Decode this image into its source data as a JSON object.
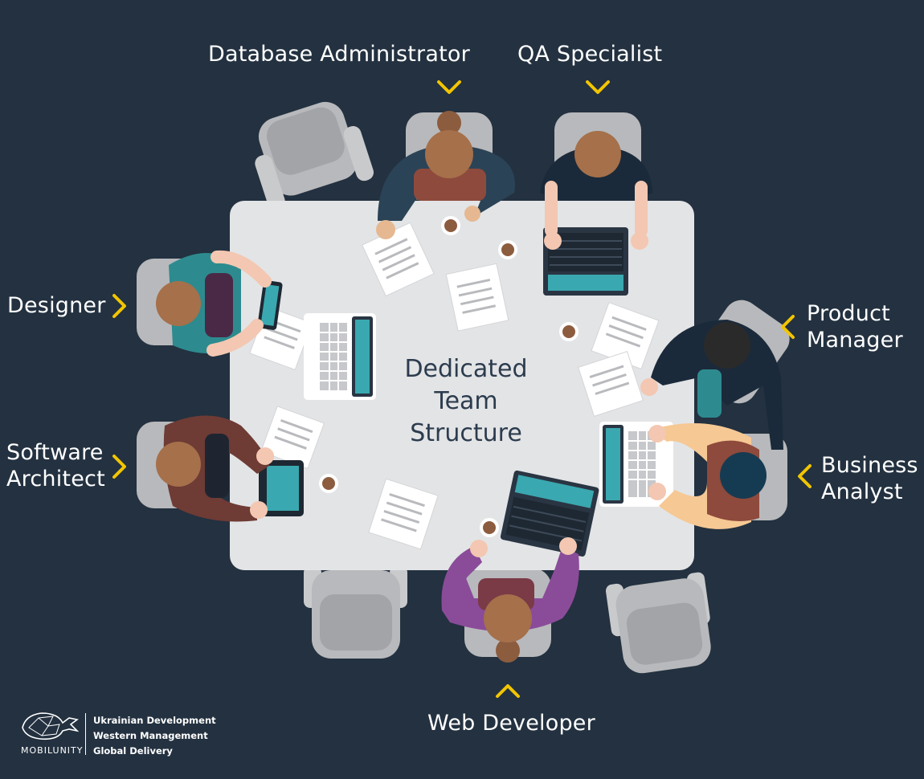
{
  "title_lines": [
    "Dedicated",
    "Team",
    "Structure"
  ],
  "roles": {
    "database_administrator": "Database Administrator",
    "qa_specialist": "QA Specialist",
    "designer": "Designer",
    "software_architect": [
      "Software",
      "Architect"
    ],
    "product_manager": [
      "Product",
      "Manager"
    ],
    "business_analyst": [
      "Business",
      "Analyst"
    ],
    "web_developer": "Web Developer"
  },
  "footer": {
    "brand": "MOBILUNITY",
    "tagline": [
      "Ukrainian Development",
      "Western Management",
      "Global Delivery"
    ]
  },
  "colors": {
    "background": "#233140",
    "table": "#e3e4e6",
    "accent_chevron": "#f2c500",
    "chair": "#a9aaad",
    "text_dark": "#2c3c4e"
  }
}
